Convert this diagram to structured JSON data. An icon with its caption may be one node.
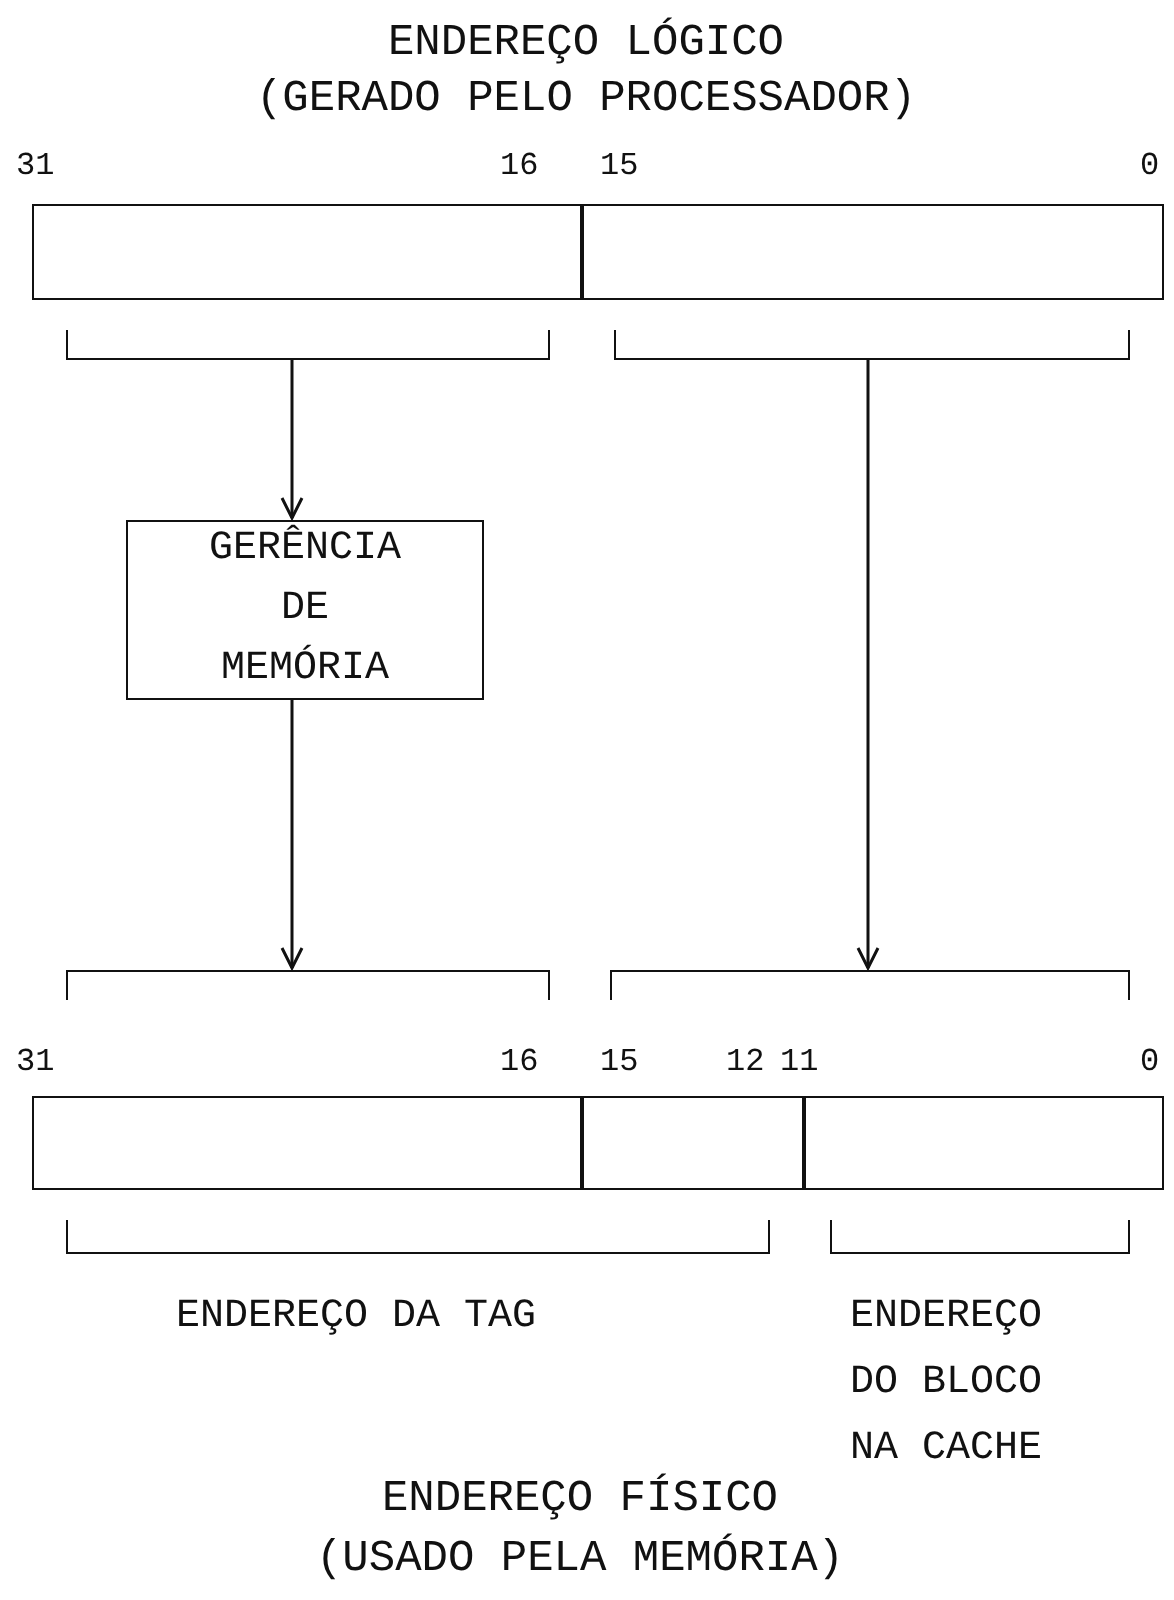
{
  "diagram": {
    "nodes": [
      {
        "text": [],
        "shape": "box"
      },
      {
        "text": [],
        "shape": "box"
      },
      {
        "text": [],
        "shape": "bracket"
      },
      {
        "text": [],
        "shape": "bracket"
      },
      {
        "text": [
          "GERÊNCIA DE MEMÓRIA"
        ]
      },
      {
        "text": [],
        "shape": "bracket"
      },
      {
        "text": [],
        "shape": "bracket"
      },
      {
        "text": [],
        "shape": "box"
      },
      {
        "text": [],
        "shape": "box"
      },
      {
        "text": [],
        "shape": "box"
      },
      {
        "text": [],
        "shape": "bracket"
      },
      {
        "text": [],
        "shape": "bracket"
      }
    ],
    "edges": [
      {
        "from": 2,
        "to": 4,
        "arrow": "to"
      },
      {
        "from": 4,
        "to": 5,
        "arrow": "to"
      },
      {
        "from": 3,
        "to": 6,
        "arrow": "to"
      }
    ],
    "labels": [
      "ENDEREÇO LÓGICO",
      "(GERADO PELO PROCESSADOR)",
      "31",
      "16",
      "15",
      "0",
      "31",
      "16",
      "15",
      "12",
      "11",
      "0",
      "ENDEREÇO DA TAG",
      "ENDEREÇO DO BLOCO NA CACHE",
      "ENDEREÇO FÍSICO",
      "(USADO PELA MEMÓRIA)"
    ]
  }
}
